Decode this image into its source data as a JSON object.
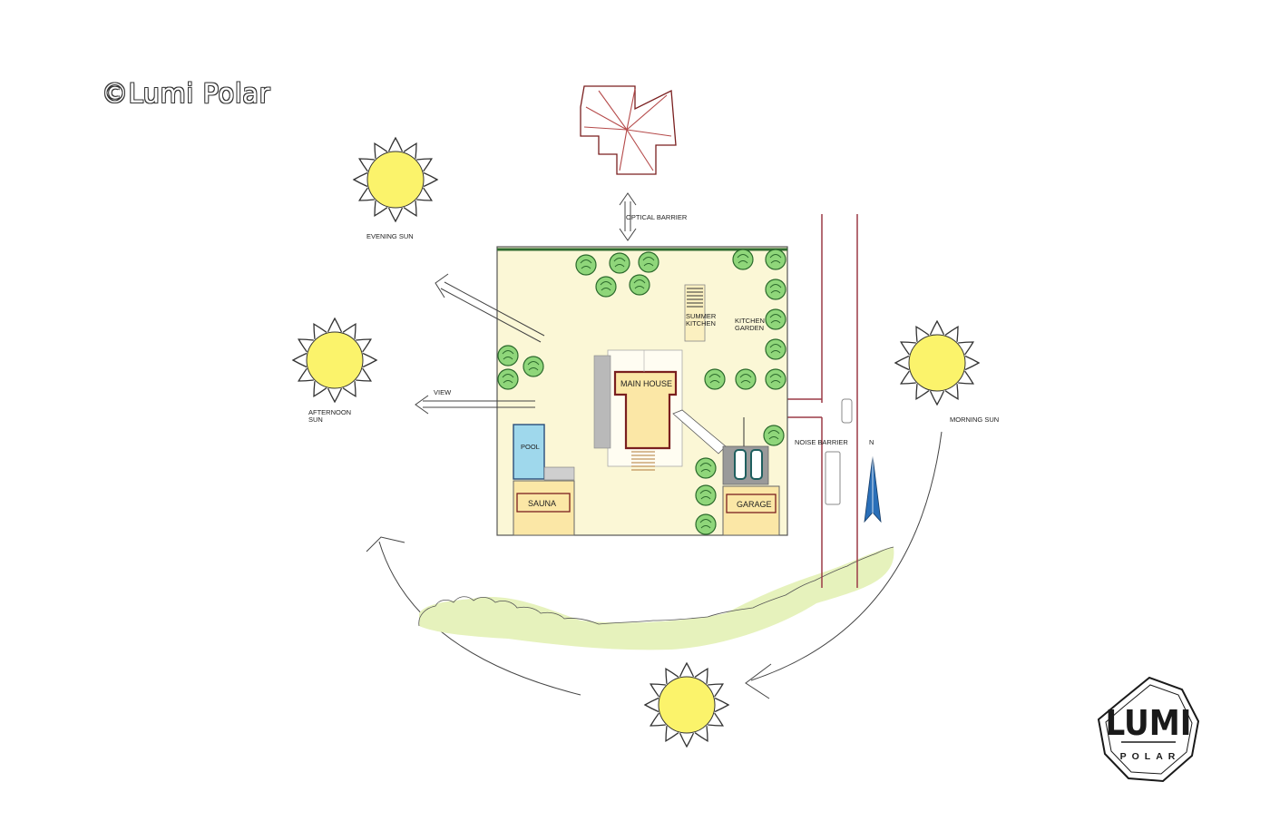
{
  "copyright": "©Lumi Polar",
  "labels": {
    "optical_barrier": "OPTICAL BARRIER",
    "evening_sun": "EVENING SUN",
    "afternoon_sun_1": "AFTERNOON",
    "afternoon_sun_2": "SUN",
    "morning_sun": "MORNING SUN",
    "view": "VIEW",
    "summer_kitchen_1": "SUMMER",
    "summer_kitchen_2": "KITCHEN",
    "kitchen_garden_1": "KITCHEN",
    "kitchen_garden_2": "GARDEN",
    "main_house": "MAIN HOUSE",
    "noise_barrier": "NOISE BARRIER",
    "north": "N",
    "pool": "POOL",
    "sauna": "SAUNA",
    "garage": "GARAGE"
  },
  "logo": {
    "main": "LUMI",
    "sub": "POLAR"
  },
  "colors": {
    "plot_fill": "#fbf7d6",
    "sun_fill": "#fbf36b",
    "tree_fill": "#8fd67a",
    "hedge_fill": "#e6f2bc",
    "road_line": "#9b3a46",
    "pool_fill": "#9fd8ec",
    "house_outline": "#7a1f1f",
    "house_fill": "#fbe7a6",
    "north_arrow": "#2a6fb8"
  }
}
